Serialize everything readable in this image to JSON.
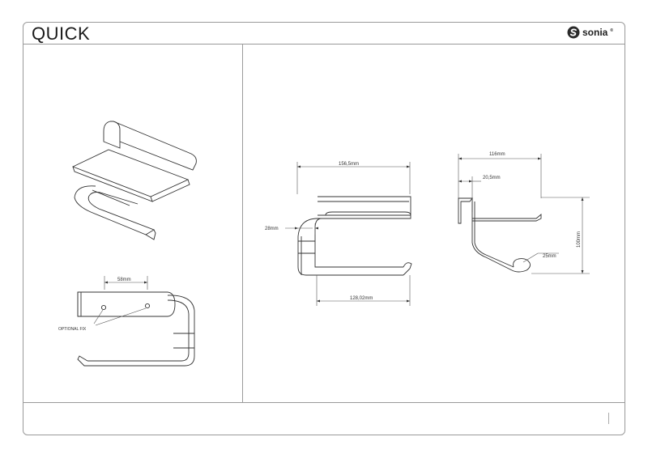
{
  "header": {
    "title": "QUICK",
    "brand": "sonia"
  },
  "icons": {
    "brand_logo": "sonia-s-logo-icon"
  },
  "views": {
    "top_view": {
      "dimension": "58mm",
      "note": "OPTIONAL FIX"
    },
    "front_view": {
      "width": "156,5mm",
      "depth": "28mm",
      "inner_width": "128,02mm"
    },
    "side_view": {
      "width": "116mm",
      "offset": "20,5mm",
      "height": "100mm",
      "radius": "25mm"
    }
  }
}
